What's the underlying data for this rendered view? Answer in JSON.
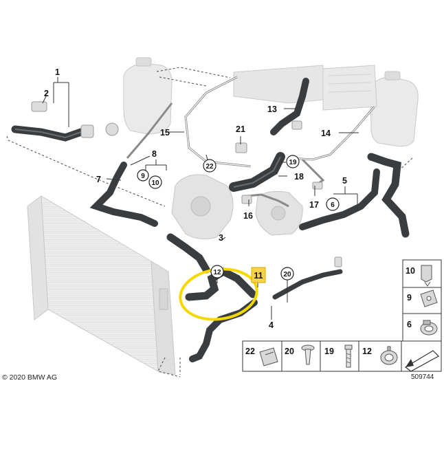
{
  "diagram": {
    "copyright": "© 2020 BMW AG",
    "drawing_number": "509744",
    "highlight_color": "#f5d800",
    "callout_bg": "#f7d24a",
    "labels": {
      "p1": "1",
      "p2": "2",
      "p3": "3",
      "p4": "4",
      "p5": "5",
      "p6": "6",
      "p7": "7",
      "p8": "8",
      "p9": "9",
      "p10": "10",
      "p11": "11",
      "p12": "12",
      "p13": "13",
      "p14": "14",
      "p15": "15",
      "p16": "16",
      "p17": "17",
      "p18": "18",
      "p19": "19",
      "p20": "20",
      "p21": "21",
      "p22": "22"
    },
    "legend_side": [
      "10",
      "9",
      "6"
    ],
    "legend_bottom": [
      "22",
      "20",
      "19",
      "12"
    ]
  }
}
